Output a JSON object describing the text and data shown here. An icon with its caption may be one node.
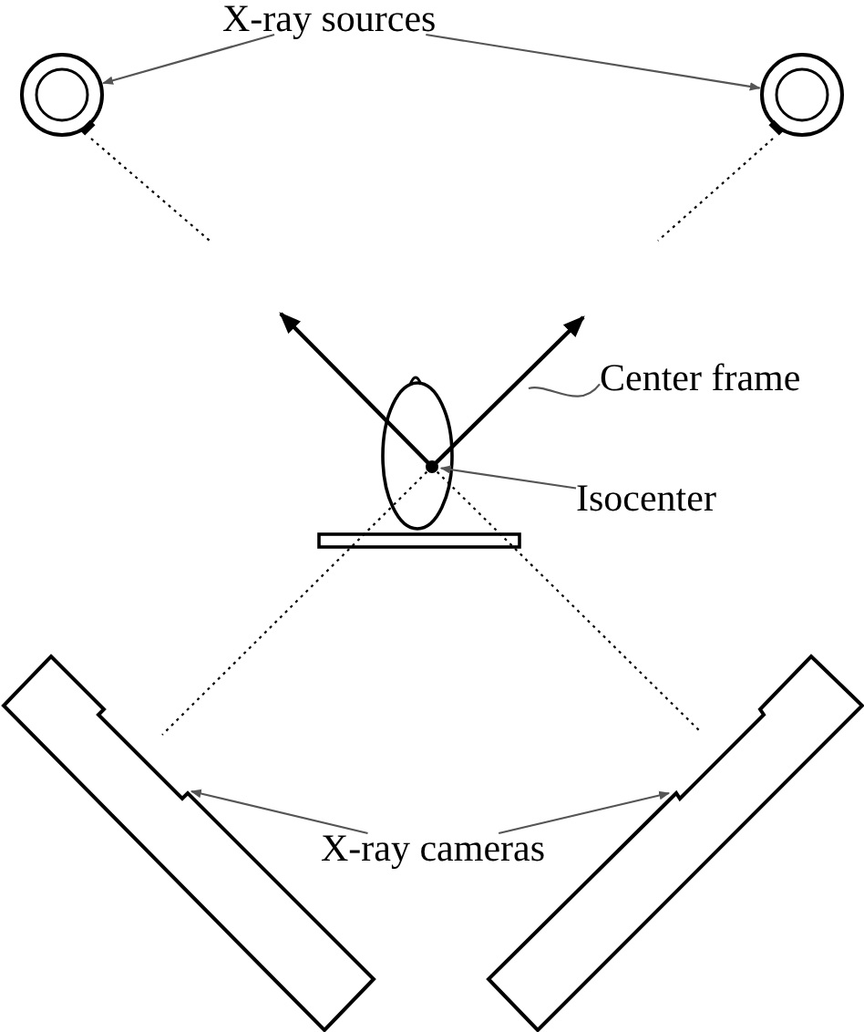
{
  "diagram": {
    "nodes": [
      {
        "text": [
          "X-ray sources"
        ]
      },
      {
        "text": [],
        "shape": "circle"
      },
      {
        "text": [],
        "shape": "circle"
      },
      {
        "text": [
          "Center frame"
        ]
      },
      {
        "text": [],
        "shape": "arrow"
      },
      {
        "text": [
          "Isocenter"
        ]
      },
      {
        "text": [],
        "shape": "circle"
      },
      {
        "text": [
          "X-ray cameras"
        ]
      },
      {
        "text": [],
        "shape": "box"
      },
      {
        "text": [],
        "shape": "box"
      }
    ],
    "edges": [
      {
        "from": 0,
        "to": 1,
        "arrow": "to"
      },
      {
        "from": 0,
        "to": 2,
        "arrow": "to"
      },
      {
        "from": 3,
        "to": 4,
        "arrow": "none"
      },
      {
        "from": 5,
        "to": 6,
        "arrow": "to"
      },
      {
        "from": 7,
        "to": 8,
        "arrow": "to"
      },
      {
        "from": 7,
        "to": 9,
        "arrow": "to"
      }
    ]
  }
}
